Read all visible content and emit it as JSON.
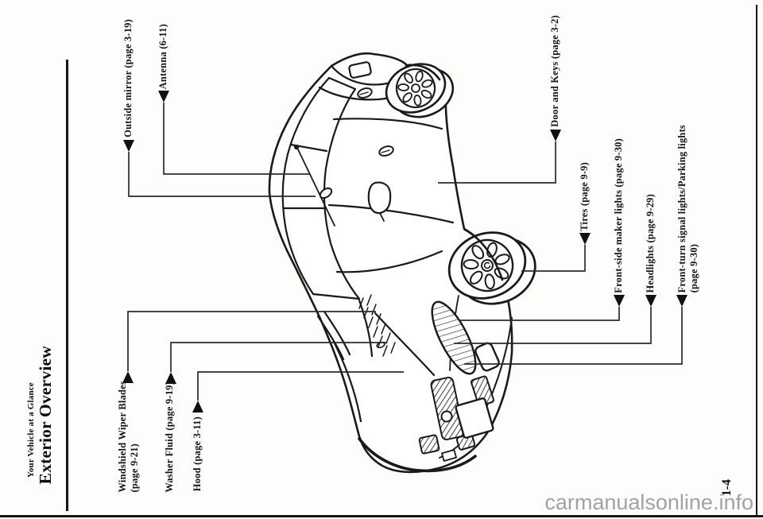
{
  "page": {
    "eyebrow": "Your Vehicle at a Glance",
    "title": "Exterior Overview",
    "page_number": "1-4",
    "watermark": "carmanualsonline.info"
  },
  "callouts": {
    "outside_mirror": "Outside mirror (page 3-19)",
    "antenna": "Antenna (6-11)",
    "door_keys": "Door and Keys (page 3-2)",
    "tires": "Tires (page 9-9)",
    "side_maker": "Front-side maker lights (page 9-30)",
    "headlights": "Headlights (page 9-29)",
    "front_turn_line1": "Front-turn signal lights/Parking lights",
    "front_turn_line2": "(page 9-30)",
    "wiper_line1": "Windshield Wiper Blades",
    "wiper_line2": "(page 9-21)",
    "washer_fluid": "Washer Fluid (page 9-19)",
    "hood": "Hood (page 3-11)"
  },
  "colors": {
    "ink": "#1a1a1a",
    "leader_line": "#2b2b2b",
    "watermark": "#a3a3a3",
    "paper": "#fdfdfb"
  }
}
